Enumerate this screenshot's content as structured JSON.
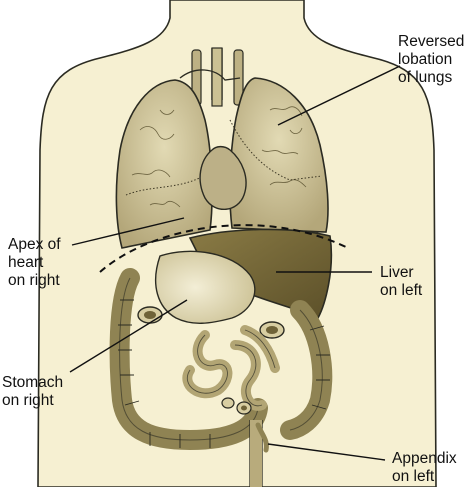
{
  "labels": {
    "reversed_lobation": [
      "Reversed",
      "lobation",
      "of lungs"
    ],
    "apex_of_heart": [
      "Apex of",
      "heart",
      "on right"
    ],
    "liver": [
      "Liver",
      "on left"
    ],
    "stomach": [
      "Stomach",
      "on right"
    ],
    "appendix": [
      "Appendix",
      "on left"
    ]
  },
  "colors": {
    "skin": "#f6f0d2",
    "organ_light": "#d9d1a8",
    "organ_mid": "#bcb087",
    "organ_dark": "#8b7c4a",
    "liver": "#6e6034",
    "outline": "#2b2b22"
  }
}
